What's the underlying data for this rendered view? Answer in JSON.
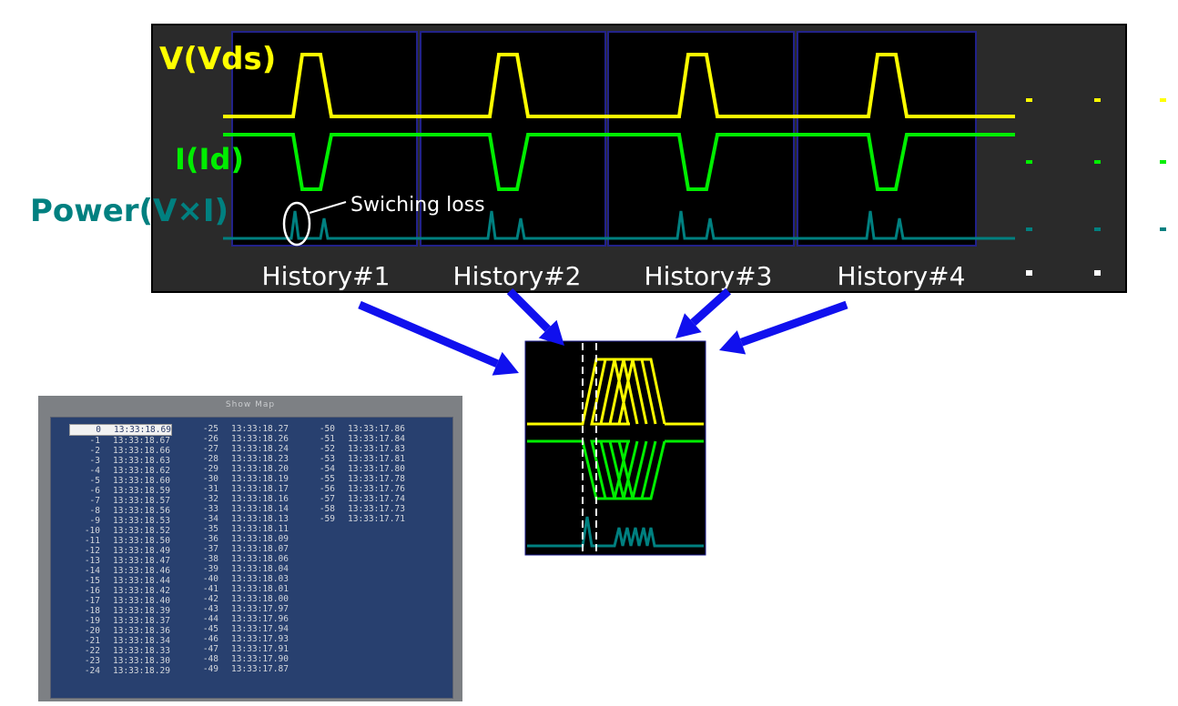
{
  "scope": {
    "labels": {
      "voltage": "V(Vds)",
      "current": "I(Id)",
      "power": "Power(V×I)",
      "annotation": "Swiching loss"
    },
    "histories": [
      "History#1",
      "History#2",
      "History#3",
      "History#4"
    ],
    "colors": {
      "voltage": "#ffff00",
      "current": "#00ee00",
      "power": "#008080",
      "arrow": "#1010ee",
      "frame": "#2a2a2a"
    }
  },
  "history_list": {
    "title": "Show Map",
    "columns": [
      {
        "indices": [
          "0",
          "-1",
          "-2",
          "-3",
          "-4",
          "-5",
          "-6",
          "-7",
          "-8",
          "-9",
          "-10",
          "-11",
          "-12",
          "-13",
          "-14",
          "-15",
          "-16",
          "-17",
          "-18",
          "-19",
          "-20",
          "-21",
          "-22",
          "-23",
          "-24"
        ],
        "times": [
          "13:33:18.69",
          "13:33:18.67",
          "13:33:18.66",
          "13:33:18.63",
          "13:33:18.62",
          "13:33:18.60",
          "13:33:18.59",
          "13:33:18.57",
          "13:33:18.56",
          "13:33:18.53",
          "13:33:18.52",
          "13:33:18.50",
          "13:33:18.49",
          "13:33:18.47",
          "13:33:18.46",
          "13:33:18.44",
          "13:33:18.42",
          "13:33:18.40",
          "13:33:18.39",
          "13:33:18.37",
          "13:33:18.36",
          "13:33:18.34",
          "13:33:18.33",
          "13:33:18.30",
          "13:33:18.29"
        ]
      },
      {
        "indices": [
          "-25",
          "-26",
          "-27",
          "-28",
          "-29",
          "-30",
          "-31",
          "-32",
          "-33",
          "-34",
          "-35",
          "-36",
          "-37",
          "-38",
          "-39",
          "-40",
          "-41",
          "-42",
          "-43",
          "-44",
          "-45",
          "-46",
          "-47",
          "-48",
          "-49"
        ],
        "times": [
          "13:33:18.27",
          "13:33:18.26",
          "13:33:18.24",
          "13:33:18.23",
          "13:33:18.20",
          "13:33:18.19",
          "13:33:18.17",
          "13:33:18.16",
          "13:33:18.14",
          "13:33:18.13",
          "13:33:18.11",
          "13:33:18.09",
          "13:33:18.07",
          "13:33:18.06",
          "13:33:18.04",
          "13:33:18.03",
          "13:33:18.01",
          "13:33:18.00",
          "13:33:17.97",
          "13:33:17.96",
          "13:33:17.94",
          "13:33:17.93",
          "13:33:17.91",
          "13:33:17.90",
          "13:33:17.87"
        ]
      },
      {
        "indices": [
          "-50",
          "-51",
          "-52",
          "-53",
          "-54",
          "-55",
          "-56",
          "-57",
          "-58",
          "-59"
        ],
        "times": [
          "13:33:17.86",
          "13:33:17.84",
          "13:33:17.83",
          "13:33:17.81",
          "13:33:17.80",
          "13:33:17.78",
          "13:33:17.76",
          "13:33:17.74",
          "13:33:17.73",
          "13:33:17.71"
        ]
      }
    ],
    "selected_index": "0"
  }
}
